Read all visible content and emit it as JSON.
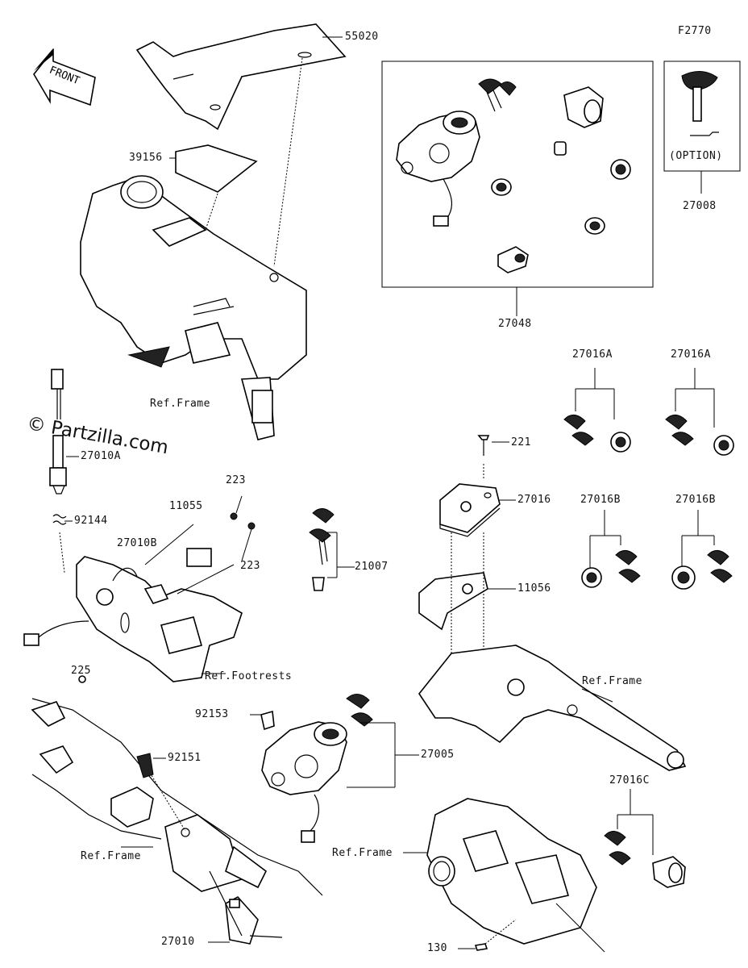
{
  "figure_code": "F2770",
  "watermark": "© Partzilla.com",
  "front_arrow_text": "FRONT",
  "option_text": "(OPTION)",
  "parts": {
    "p55020": "55020",
    "p39156": "39156",
    "p27048": "27048",
    "p27008": "27008",
    "p27010A": "27010A",
    "p92144": "92144",
    "p223a": "223",
    "p11055": "11055",
    "p27010B": "27010B",
    "p223b": "223",
    "p225": "225",
    "p21007": "21007",
    "p221": "221",
    "p27016": "27016",
    "p11056": "11056",
    "p27016A_1": "27016A",
    "p27016A_2": "27016A",
    "p27016B_1": "27016B",
    "p27016B_2": "27016B",
    "p92153": "92153",
    "p92151": "92151",
    "p27005": "27005",
    "p27016C": "27016C",
    "p130": "130",
    "p27010": "27010"
  },
  "refs": {
    "frame_top": "Ref.Frame",
    "footrests": "Ref.Footrests",
    "frame_right": "Ref.Frame",
    "frame_bottom_left": "Ref.Frame",
    "frame_bottom_right": "Ref.Frame"
  },
  "icons": [
    "front-arrow-icon",
    "key-icon",
    "lock-cylinder-icon",
    "ignition-switch-icon",
    "bolt-icon",
    "spring-icon",
    "connector-icon"
  ]
}
